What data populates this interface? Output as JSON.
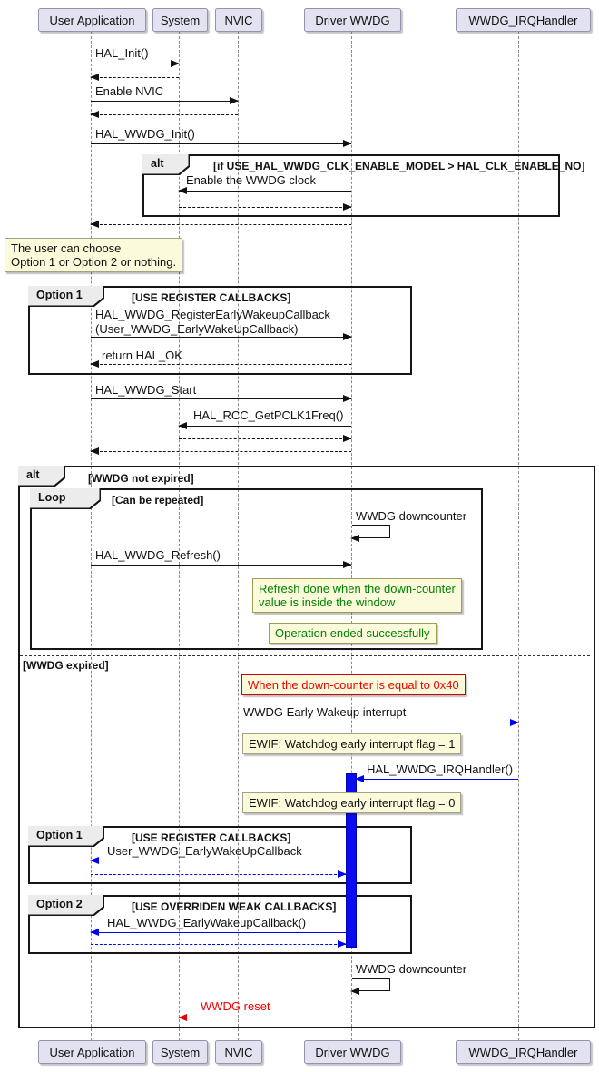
{
  "participants": [
    {
      "label": "User Application"
    },
    {
      "label": "System"
    },
    {
      "label": "NVIC"
    },
    {
      "label": "Driver WWDG"
    },
    {
      "label": "WWDG_IRQHandler"
    }
  ],
  "fragments": {
    "clk": {
      "operator": "alt",
      "guard": "[if USE_HAL_WWDG_CLK_ENABLE_MODEL > HAL_CLK_ENABLE_NO]"
    },
    "opt1a": {
      "operator": "Option 1",
      "guard": "[USE REGISTER CALLBACKS]"
    },
    "alt_main": {
      "operator": "alt",
      "guard": "[WWDG not expired]",
      "else_guard": "[WWDG expired]"
    },
    "loop": {
      "operator": "Loop",
      "guard": "[Can be repeated]"
    },
    "opt1b": {
      "operator": "Option 1",
      "guard": "[USE REGISTER CALLBACKS]"
    },
    "opt2": {
      "operator": "Option 2",
      "guard": "[USE OVERRIDEN WEAK CALLBACKS]"
    }
  },
  "messages": {
    "hal_init": "HAL_Init()",
    "enable_nvic": "Enable NVIC",
    "wwdg_init": "HAL_WWDG_Init()",
    "enable_clock": "Enable the WWDG clock",
    "register_cb_line1": "HAL_WWDG_RegisterEarlyWakeupCallback",
    "register_cb_line2": "(User_WWDG_EarlyWakeUpCallback)",
    "return_hal_ok": "return HAL_OK",
    "wwdg_start": "HAL_WWDG_Start",
    "get_pclk1": "HAL_RCC_GetPCLK1Freq()",
    "downcounter1": "WWDG downcounter",
    "refresh": "HAL_WWDG_Refresh()",
    "early_wakeup_irq": "WWDG Early Wakeup interrupt",
    "irq_handler": "HAL_WWDG_IRQHandler()",
    "user_cb": "User_WWDG_EarlyWakeUpCallback",
    "weak_cb": "HAL_WWDG_EarlyWakeupCallback()",
    "downcounter2": "WWDG downcounter",
    "wwdg_reset": "WWDG reset"
  },
  "notes": {
    "user_choice_line1": "The user can choose",
    "user_choice_line2": "Option 1 or Option 2 or nothing.",
    "refresh_note_line1": "Refresh done when the down-counter",
    "refresh_note_line2": "value is inside the window",
    "op_success": "Operation ended successfully",
    "downcounter_0x40": "When the down-counter is equal to 0x40",
    "ewif_1": "EWIF: Watchdog early interrupt flag = 1",
    "ewif_0": "EWIF: Watchdog early interrupt flag = 0"
  },
  "colors": {
    "participant_fill": "#e2e2f0",
    "note_fill": "#fbfbdc",
    "message_black": "#111111",
    "message_blue": "#0000f0",
    "message_red": "#e80000",
    "note_green_text": "#008200",
    "note_red_text": "#f00000",
    "activation_fill": "#0b0bf0"
  }
}
